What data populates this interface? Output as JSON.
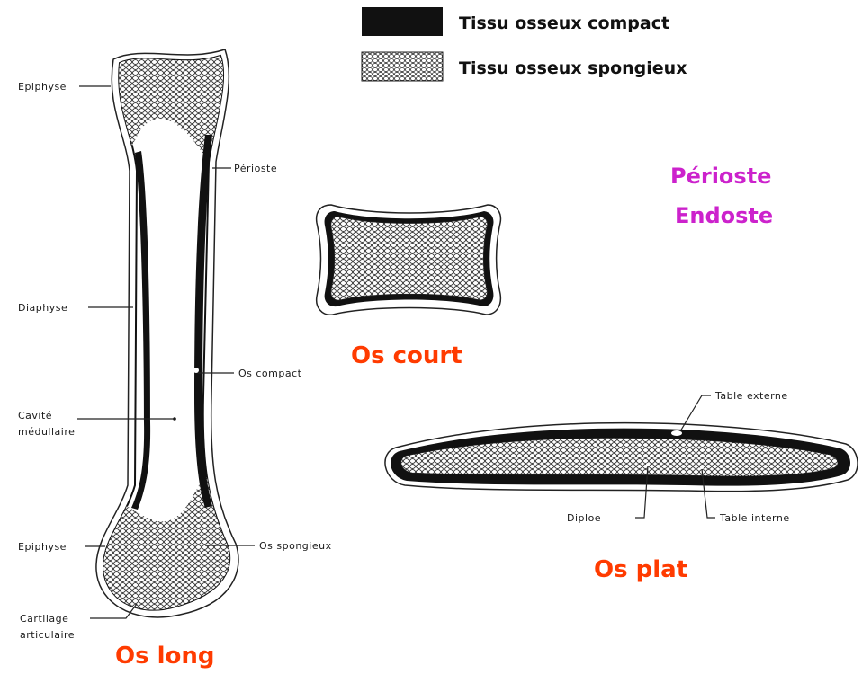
{
  "legend": {
    "compact": "Tissu osseux compact",
    "spongy": "Tissu osseux spongieux"
  },
  "side_note": {
    "line1": "Périoste",
    "line2": "Endoste"
  },
  "long_bone": {
    "title": "Os long",
    "labels": {
      "epiphyse_top": "Epiphyse",
      "perioste": "Périoste",
      "diaphyse": "Diaphyse",
      "os_compact": "Os compact",
      "cavite_1": "Cavité",
      "cavite_2": "médullaire",
      "epiphyse_bottom": "Epiphyse",
      "os_spongieux": "Os spongieux",
      "cartilage_1": "Cartilage",
      "cartilage_2": "articulaire"
    }
  },
  "short_bone": {
    "title": "Os court"
  },
  "flat_bone": {
    "title": "Os plat",
    "labels": {
      "table_externe": "Table externe",
      "diploe": "Diploe",
      "table_interne": "Table interne"
    }
  },
  "colors": {
    "compact": "#111111",
    "title_orange": "#ff3b00",
    "title_magenta": "#cc22cc"
  }
}
